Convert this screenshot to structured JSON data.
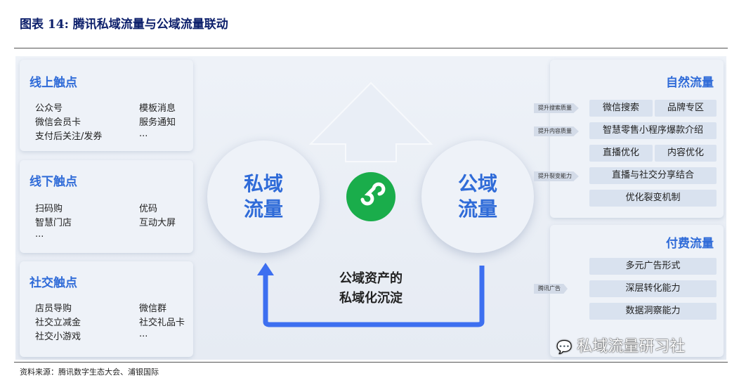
{
  "title": "图表 14: 腾讯私域流量与公域流量联动",
  "left_panels": [
    {
      "heading": "线上触点",
      "items": [
        "公众号",
        "模板消息",
        "微信会员卡",
        "服务通知",
        "支付后关注/发券",
        "..."
      ]
    },
    {
      "heading": "线下触点",
      "items": [
        "扫码购",
        "优码",
        "智慧门店",
        "互动大屏",
        "..."
      ]
    },
    {
      "heading": "社交触点",
      "items": [
        "店员导购",
        "微信群",
        "社交立减金",
        "社交礼品卡",
        "社交小游戏",
        "..."
      ]
    }
  ],
  "center": {
    "private": "私域\n流量",
    "public": "公域\n流量",
    "loop_label": "公域资产的\n私域化沉淀"
  },
  "natural": {
    "heading": "自然流量",
    "tags": [
      "提升搜索质量",
      "提升内容质量",
      "提升裂变能力"
    ],
    "chips": [
      "微信搜索",
      "品牌专区",
      "智慧零售小程序爆款介绍",
      "直播优化",
      "内容优化",
      "直播与社交分享结合",
      "优化裂变机制"
    ]
  },
  "paid": {
    "heading": "付费流量",
    "tag": "腾讯广告",
    "chips": [
      "多元广告形式",
      "深层转化能力",
      "数据洞察能力"
    ]
  },
  "watermark": "私域流量研习社",
  "source": "资料来源：腾讯数字生态大会、浦银国际",
  "colors": {
    "accent": "#2f6bd8",
    "green": "#1aad4b"
  }
}
